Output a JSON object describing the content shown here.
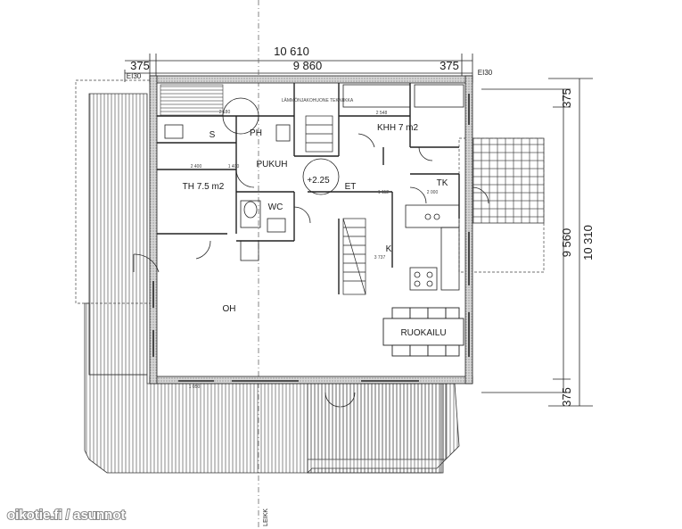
{
  "dimensions": {
    "total_width": "10 610",
    "inner_width": "9 860",
    "wall_left": "375",
    "wall_right": "375",
    "total_height": "10 310",
    "inner_height": "9 560",
    "wall_top": "375",
    "wall_bottom": "375",
    "fire_class_left": "EI30",
    "fire_class_right": "EI30"
  },
  "rooms": {
    "s": "S",
    "ph": "PH",
    "pukuh": "PUKUH",
    "th": "TH 7.5 m2",
    "wc": "WC",
    "kkh": "KHH 7 m2",
    "et": "ET",
    "tk": "TK",
    "k": "K",
    "oh": "OH",
    "ruokailu": "RUOKAILU",
    "area_225": "+2.25",
    "tekniikka": "LÄMMÖNJAKOHUONE TEKNIIKKA"
  },
  "small_labels": {
    "d1": "2 400",
    "d2": "2 548",
    "d3": "1 400",
    "d4": "1 112",
    "d5": "2 000",
    "d6": "3 737",
    "d7": "2 180",
    "d8": "1 050"
  },
  "axis_label": "LEIKK",
  "watermark": "oikotie.fi / asunnot"
}
